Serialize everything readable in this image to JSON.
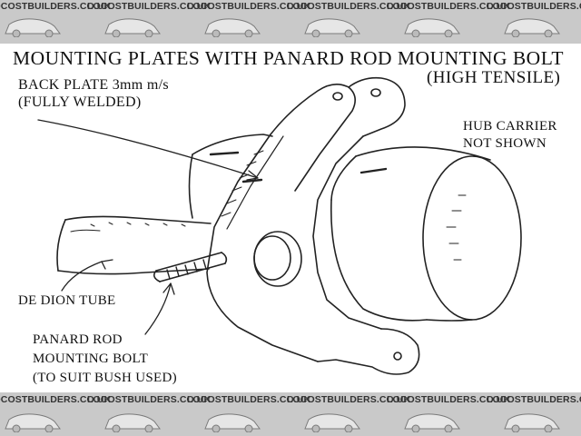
{
  "watermark": {
    "text": "LOCOSTBUILDERS.CO.UK",
    "background": "#c9c9c9",
    "text_color": "#333333"
  },
  "diagram": {
    "title": "MOUNTING PLATES WITH PANARD ROD MOUNTING BOLT",
    "title_line2": "(HIGH TENSILE)",
    "labels": {
      "back_plate": "BACK PLATE 3mm m/s\n(FULLY WELDED)",
      "hub_carrier": "HUB CARRIER\nNOT SHOWN",
      "de_dion": "DE DION TUBE",
      "panard": "PANARD ROD\nMOUNTING BOLT\n(TO SUIT BUSH USED)"
    }
  }
}
